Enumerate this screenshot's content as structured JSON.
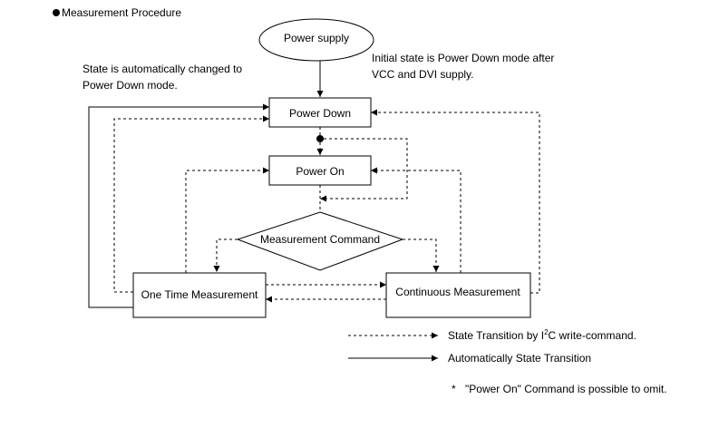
{
  "heading": {
    "bullet_icon": "filled-circle",
    "text": "Measurement Procedure"
  },
  "nodes": {
    "power_supply": "Power supply",
    "power_down": "Power Down",
    "power_on": "Power On",
    "measurement_command": "Measurement Command",
    "one_time": "One Time Measurement",
    "continuous": "Continuous Measurement"
  },
  "notes": {
    "auto_line1": "State is automatically changed to",
    "auto_line2": "Power Down mode.",
    "initial_line1": "Initial state is Power Down mode after",
    "initial_line2": "VCC and DVI supply."
  },
  "legend": {
    "dashed_prefix": "State Transition by I",
    "dashed_superscript": "2",
    "dashed_suffix": "C write-command.",
    "solid": "Automatically State Transition",
    "footnote_marker": "*",
    "footnote": "\"Power On\" Command is possible to omit."
  }
}
